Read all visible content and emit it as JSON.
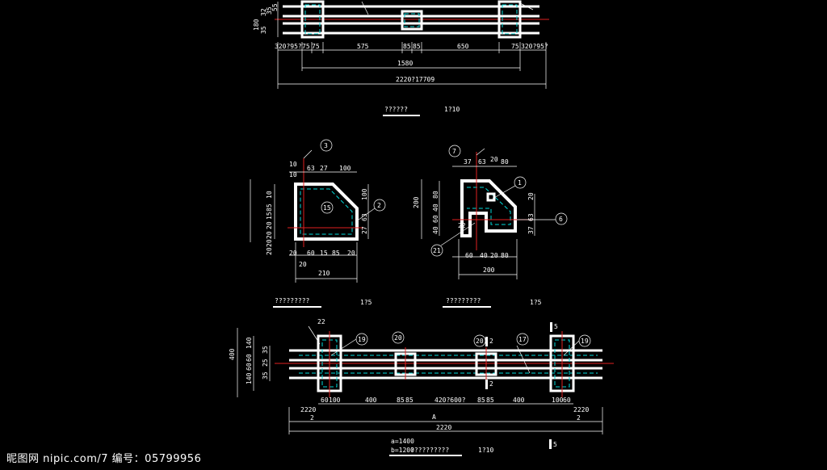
{
  "top_plan": {
    "left_dims": [
      "180",
      "32",
      "35",
      "55",
      "35"
    ],
    "dims_row1": [
      "320?95?",
      "75",
      "75",
      "575",
      "85",
      "85",
      "650",
      "75",
      "320?95?"
    ],
    "dim_span": "1580",
    "dim_total": "2220?17709",
    "title": "??????",
    "scale": "1?10"
  },
  "section_left": {
    "callouts": [
      "3",
      "15",
      "2"
    ],
    "top_dims": [
      "10",
      "10",
      "63",
      "27",
      "100"
    ],
    "left_dims": [
      "10",
      "85",
      "15",
      "20",
      "20",
      "20",
      "20"
    ],
    "right_dims": [
      "100",
      "63",
      "27"
    ],
    "bottom_dims": [
      "20",
      "60",
      "15",
      "85",
      "20",
      "20"
    ],
    "bottom_total": "210",
    "title": "?????????",
    "scale": "1?5"
  },
  "section_right": {
    "callouts": [
      "7",
      "1",
      "6",
      "21"
    ],
    "top_dims": [
      "37",
      "63",
      "20",
      "80"
    ],
    "left_dims": [
      "200",
      "80",
      "40",
      "60",
      "40"
    ],
    "right_dims": [
      "20",
      "63",
      "37"
    ],
    "inner_label": "22",
    "bottom_dims": [
      "60",
      "40",
      "20",
      "80"
    ],
    "bottom_total": "200",
    "title": "?????????",
    "scale": "1?5"
  },
  "bottom_plan": {
    "callouts": [
      "19",
      "20",
      "20",
      "17",
      "19"
    ],
    "marks": [
      "22",
      "2",
      "5",
      "2",
      "5"
    ],
    "left_dims": [
      "400",
      "140",
      "60",
      "60",
      "140",
      "35",
      "25",
      "35"
    ],
    "dims_row1": [
      "60",
      "100",
      "400",
      "85",
      "85",
      "420?600?",
      "85",
      "85",
      "400",
      "100",
      "60"
    ],
    "ref_left": "2220",
    "ref_left_sub": "2",
    "ref_right": "2220",
    "ref_right_sub": "2",
    "span_label": "A",
    "dim_total": "2220",
    "note_a": "a=1400",
    "note_b": "b=1200",
    "title": "??????????",
    "scale": "1?10"
  },
  "watermark": "昵图网 nipic.com/7 编号：05799956"
}
